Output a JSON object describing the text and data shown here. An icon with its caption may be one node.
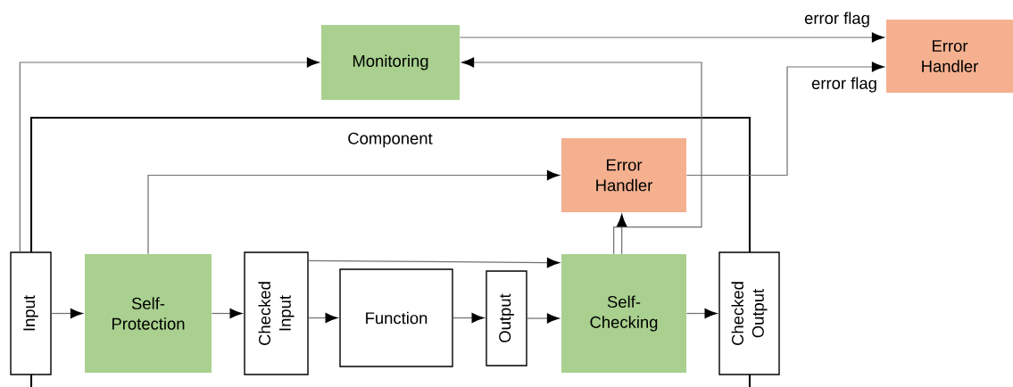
{
  "diagram": {
    "nodes": [
      {
        "text": [
          "Monitoring"
        ]
      },
      {
        "text": [
          "Error Handler"
        ]
      },
      {
        "text": [
          "Error Handler"
        ]
      },
      {
        "text": [
          "Input"
        ]
      },
      {
        "text": [
          "Self- Protection"
        ]
      },
      {
        "text": [
          "Checked Input"
        ]
      },
      {
        "text": [
          "Function"
        ]
      },
      {
        "text": [
          "Output"
        ]
      },
      {
        "text": [
          "Self- Checking"
        ]
      },
      {
        "text": [
          "Checked Output"
        ]
      }
    ],
    "edges": [
      {
        "from": 3,
        "to": 0,
        "arrow": "to"
      },
      {
        "from": 0,
        "to": 1,
        "arrow": "to",
        "label": "error flag"
      },
      {
        "from": 8,
        "to": 0,
        "arrow": "to"
      },
      {
        "from": 4,
        "to": 2,
        "arrow": "to"
      },
      {
        "from": 8,
        "to": 2,
        "arrow": "to"
      },
      {
        "from": 2,
        "to": 1,
        "arrow": "to",
        "label": "error flag"
      },
      {
        "from": 3,
        "to": 4,
        "arrow": "to"
      },
      {
        "from": 4,
        "to": 5,
        "arrow": "to"
      },
      {
        "from": 5,
        "to": 6,
        "arrow": "to"
      },
      {
        "from": 6,
        "to": 7,
        "arrow": "to"
      },
      {
        "from": 7,
        "to": 8,
        "arrow": "to"
      },
      {
        "from": 8,
        "to": 9,
        "arrow": "to"
      },
      {
        "from": 5,
        "to": 8,
        "arrow": "to"
      }
    ],
    "labels": [
      "Component"
    ]
  }
}
